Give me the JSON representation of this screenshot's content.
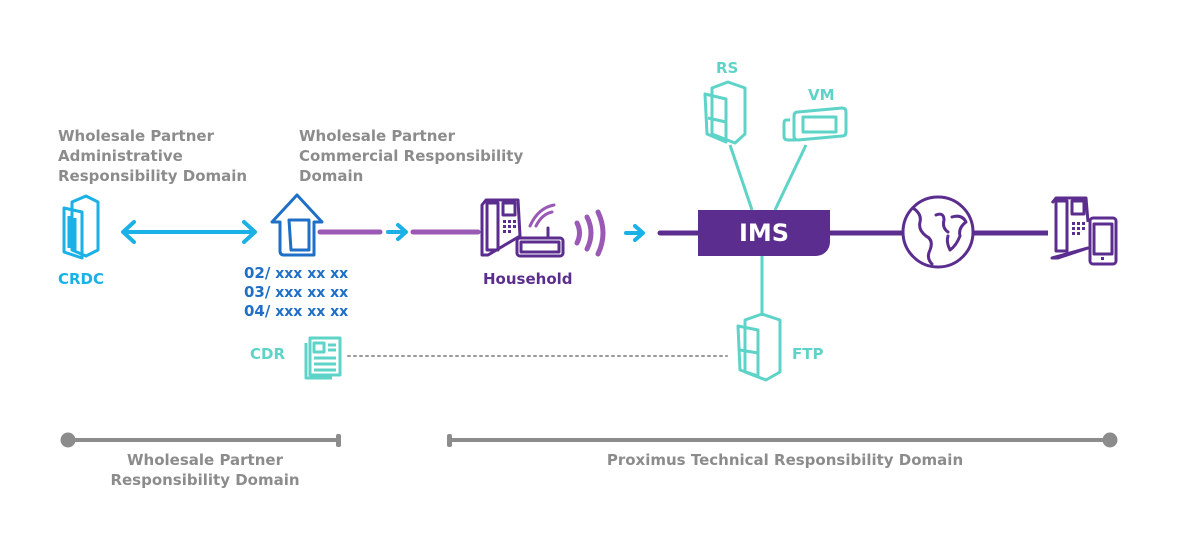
{
  "colors": {
    "cyan": "#1ab1e6",
    "blue": "#1f6fc6",
    "purple_light": "#9b59b6",
    "purple_dark": "#5b2d8e",
    "teal": "#5ed3c8",
    "gray": "#8c8c8c"
  },
  "headers": {
    "admin_domain": [
      "Wholesale Partner",
      "Administrative",
      "Responsibility Domain"
    ],
    "commercial_domain": [
      "Wholesale Partner",
      "Commercial Responsibility",
      "Domain"
    ]
  },
  "nodes": {
    "crdc": {
      "label": "CRDC",
      "icon": "server-icon"
    },
    "wholesale_partner": {
      "icon": "house-icon"
    },
    "household": {
      "label": "Household",
      "icon": "phone-router-icon"
    },
    "ims": {
      "label": "IMS"
    },
    "rs": {
      "label": "RS",
      "icon": "server-icon"
    },
    "vm": {
      "label": "VM",
      "icon": "voicemail-icon"
    },
    "ftp": {
      "label": "FTP",
      "icon": "server-icon"
    },
    "cdr": {
      "label": "CDR",
      "icon": "document-icon"
    },
    "internet": {
      "icon": "globe-icon"
    },
    "remote": {
      "icon": "phone-mobile-icon"
    }
  },
  "numbers": [
    {
      "prefix": "02/",
      "rest": "xxx xx xx"
    },
    {
      "prefix": "03/",
      "rest": "xxx xx xx"
    },
    {
      "prefix": "04/",
      "rest": "xxx xx xx"
    }
  ],
  "domains": {
    "wholesale": [
      "Wholesale Partner",
      "Responsibility Domain"
    ],
    "proximus": "Proximus Technical Responsibility Domain"
  }
}
